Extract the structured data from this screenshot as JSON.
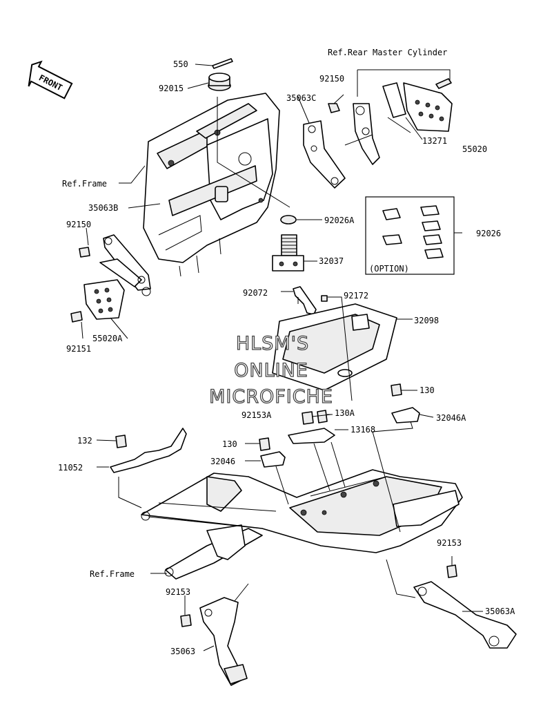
{
  "orientation_label": "FRONT",
  "watermark": {
    "line1": "HLSM'S",
    "line2": "ONLINE",
    "line3": "MICROFICHE"
  },
  "option_box": {
    "label": "(OPTION)"
  },
  "labels": {
    "p550": "550",
    "p92015": "92015",
    "ref_rear_master_cylinder": "Ref.Rear Master Cylinder",
    "p92150_top": "92150",
    "p35063C": "35063C",
    "p13271": "13271",
    "p55020": "55020",
    "ref_frame_top": "Ref.Frame",
    "p35063B": "35063B",
    "p92150_left": "92150",
    "p92026A": "92026A",
    "p92026": "92026",
    "p32037": "32037",
    "p92072": "92072",
    "p92172": "92172",
    "p32098": "32098",
    "p55020A": "55020A",
    "p92151": "92151",
    "p130_right": "130",
    "p92153A": "92153A",
    "p130A": "130A",
    "p32046A": "32046A",
    "p13168": "13168",
    "p132": "132",
    "p130_mid": "130",
    "p11052": "11052",
    "p32046": "32046",
    "p92153_right": "92153",
    "ref_frame_bottom": "Ref.Frame",
    "p92153_left": "92153",
    "p35063A": "35063A",
    "p35063": "35063"
  }
}
